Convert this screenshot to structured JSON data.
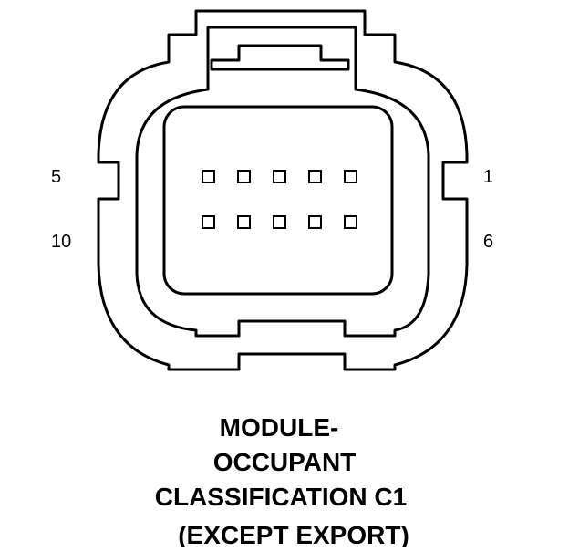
{
  "connector": {
    "pin_rows": [
      {
        "left_label": "5",
        "right_label": "1",
        "pin_count": 5
      },
      {
        "left_label": "10",
        "right_label": "6",
        "pin_count": 5
      }
    ]
  },
  "caption": {
    "line1": "MODULE-",
    "line2": "OCCUPANT",
    "line3": "CLASSIFICATION C1",
    "line4": "(EXCEPT EXPORT)"
  }
}
